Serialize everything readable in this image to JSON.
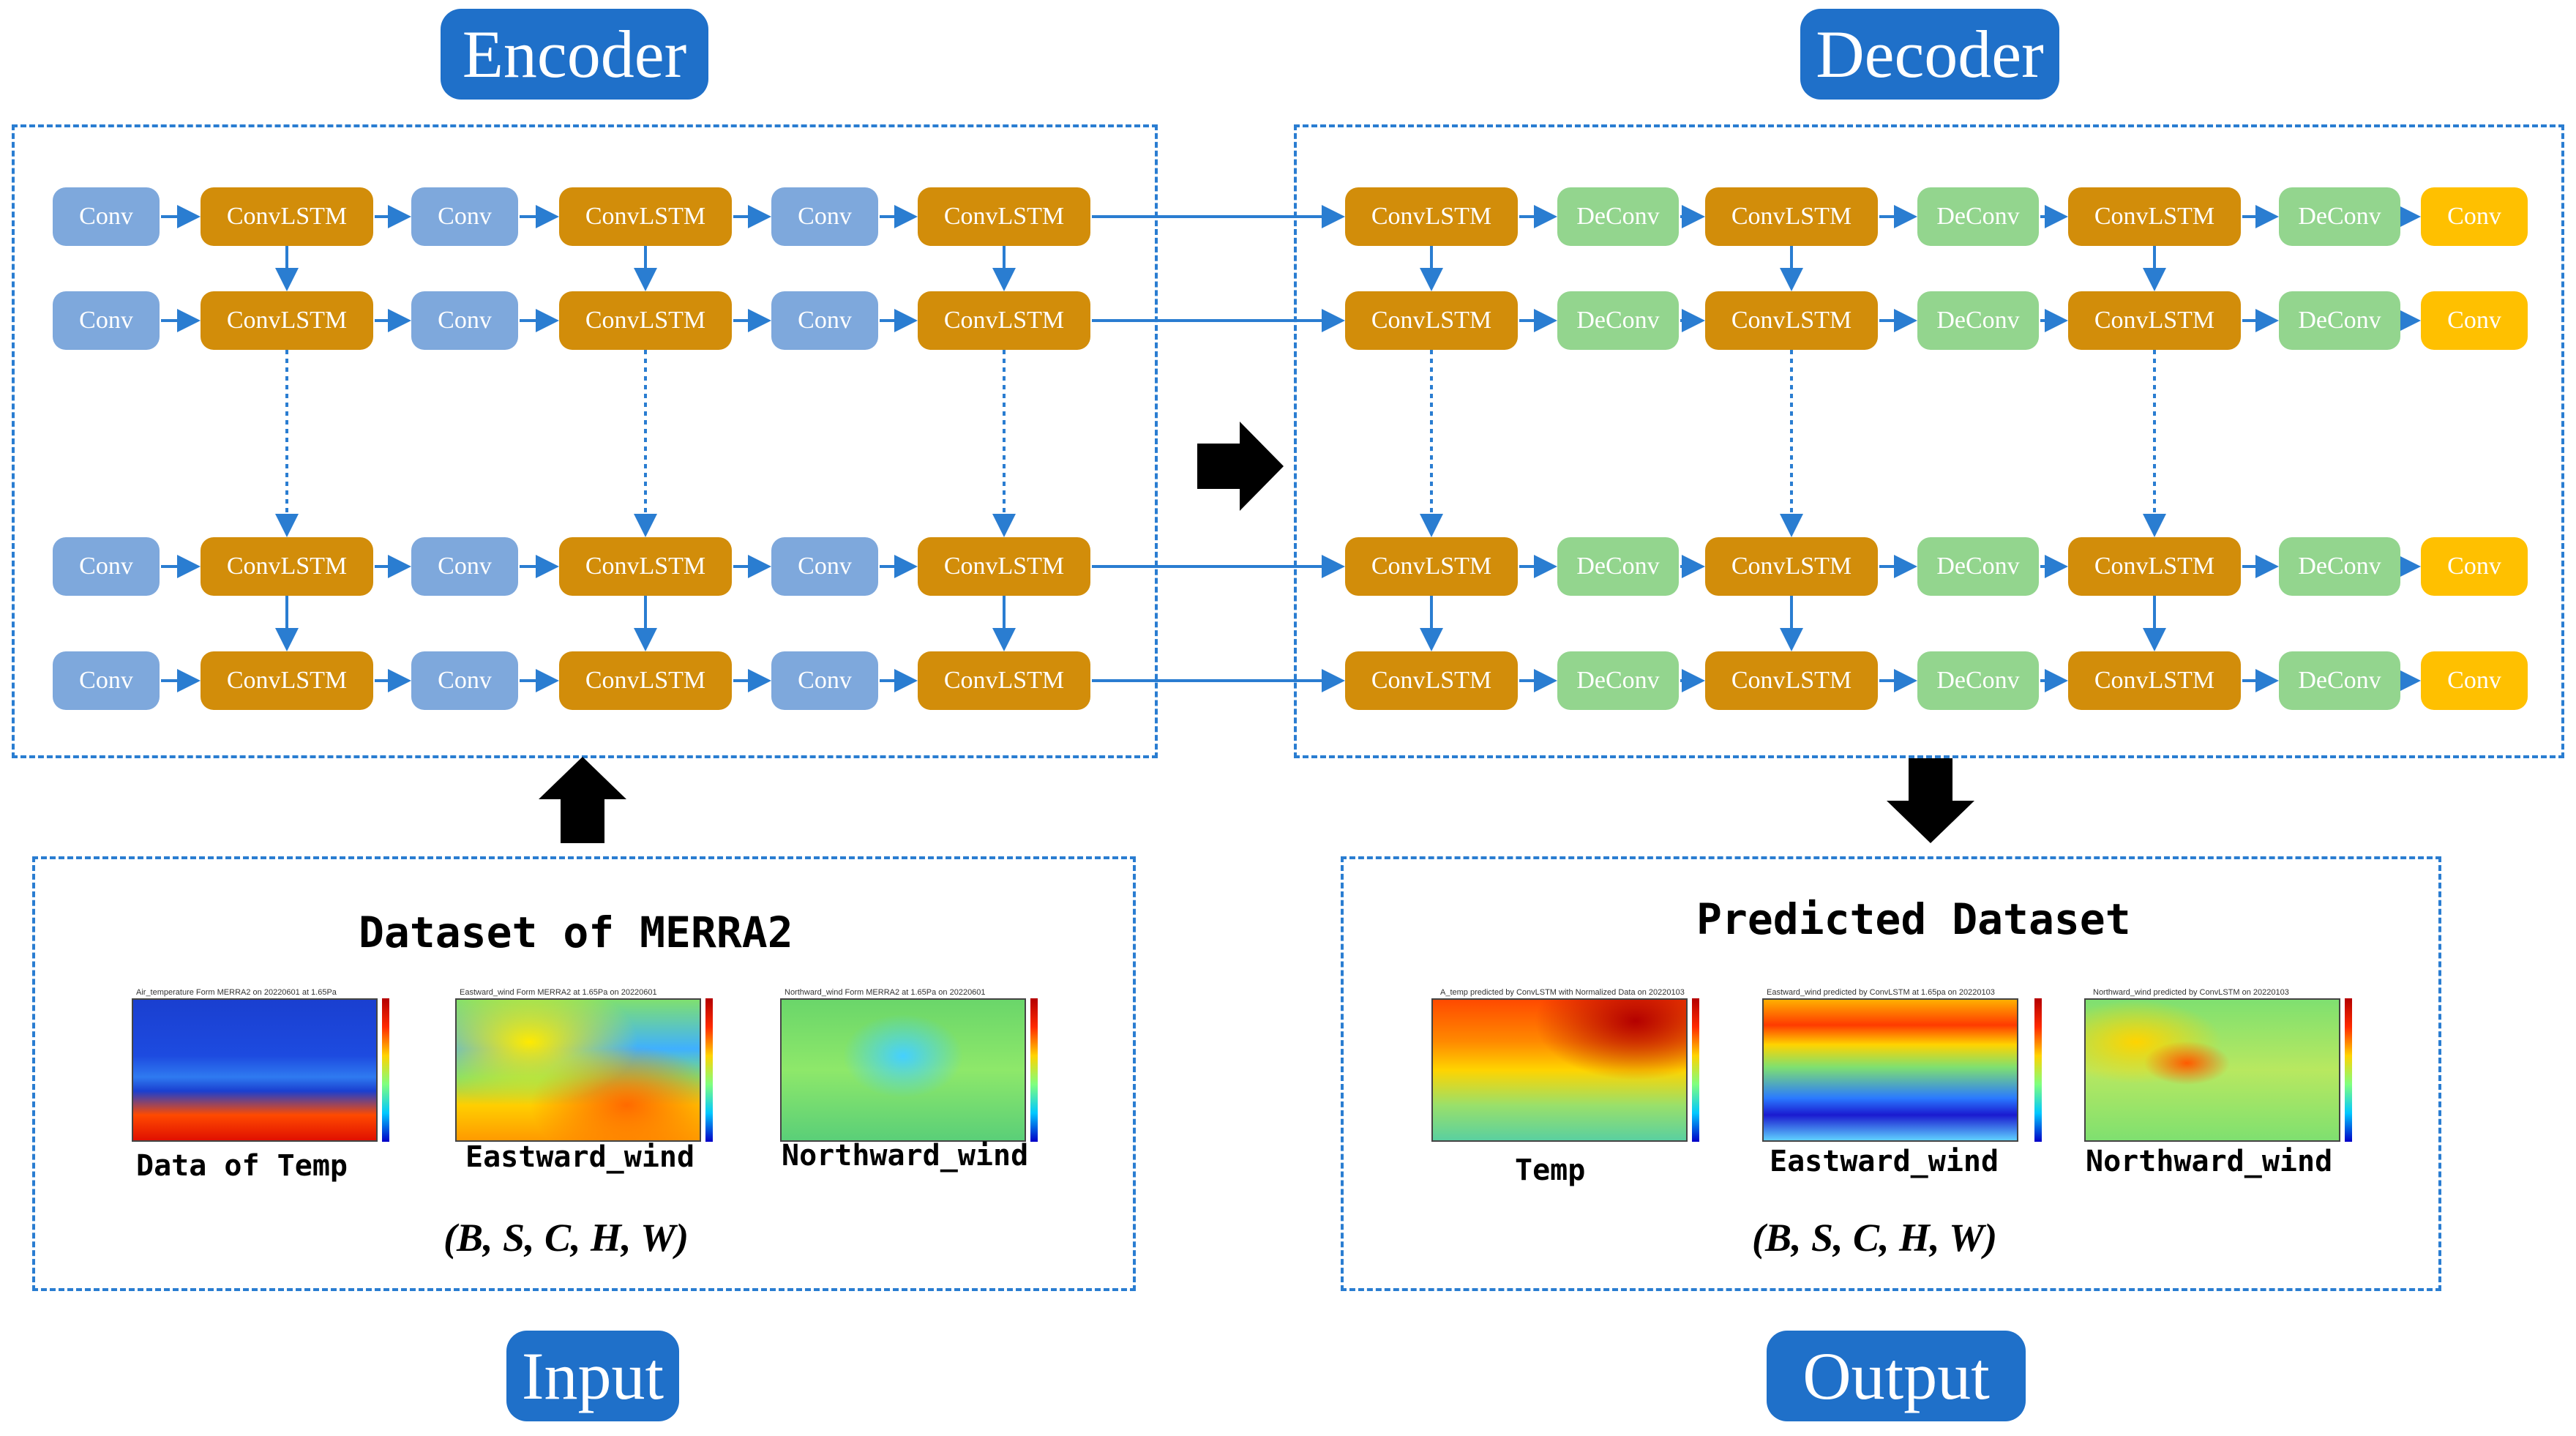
{
  "labels": {
    "encoder": "Encoder",
    "decoder": "Decoder",
    "input": "Input",
    "output": "Output"
  },
  "nodes": {
    "conv": "Conv",
    "convlstm": "ConvLSTM",
    "deconv": "DeConv"
  },
  "input_panel": {
    "title": "Dataset of MERRA2",
    "maps": [
      {
        "label": "Data of Temp",
        "caption": "Air_temperature Form MERRA2 on 20220601 at 1.65Pa"
      },
      {
        "label": "Eastward_wind",
        "caption": "Eastward_wind Form MERRA2 at 1.65Pa on 20220601"
      },
      {
        "label": "Northward_wind",
        "caption": "Northward_wind Form MERRA2 at 1.65Pa on 20220601"
      }
    ],
    "shape": "(B, S, C, H, W)"
  },
  "output_panel": {
    "title": "Predicted Dataset",
    "maps": [
      {
        "label": "Temp",
        "caption": "A_temp predicted by ConvLSTM with Normalized Data on 20220103"
      },
      {
        "label": "Eastward_wind",
        "caption": "Eastward_wind predicted by ConvLSTM at 1.65pa on 20220103"
      },
      {
        "label": "Northward_wind",
        "caption": "Northward_wind predicted by ConvLSTM on 20220103"
      }
    ],
    "shape": "(B, S, C, H, W)"
  },
  "colors": {
    "pill": "#1f70c9",
    "conv": "#7ea8dc",
    "convlstm": "#d28d0a",
    "deconv": "#93d58e",
    "output_conv": "#ffc000",
    "arrow": "#2a7dd1"
  }
}
